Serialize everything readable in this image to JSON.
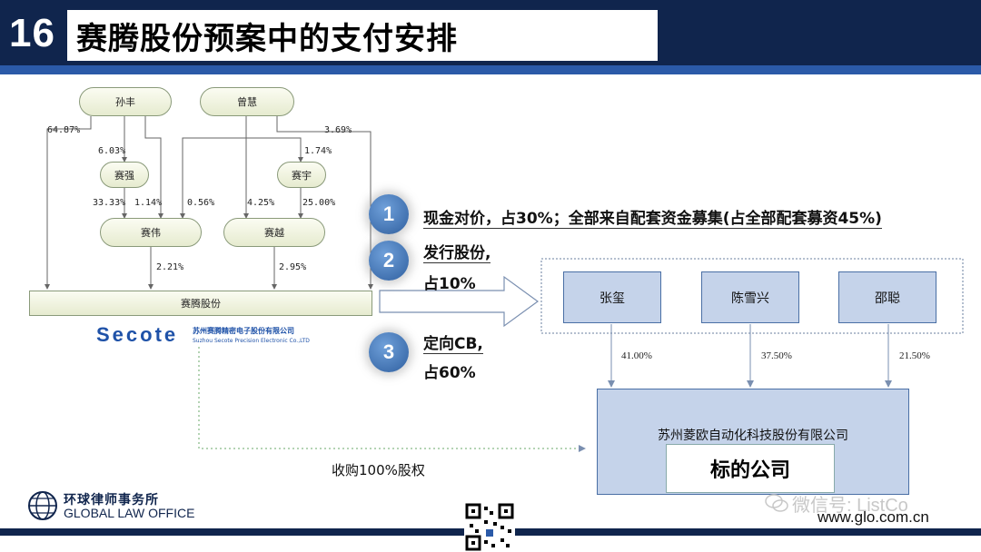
{
  "header": {
    "number": "16",
    "title": "赛腾股份预案中的支付安排"
  },
  "structure": {
    "nodes": {
      "sun_feng": "孙丰",
      "zeng_hui": "曾慧",
      "sai_qiang": "赛强",
      "sai_yu": "赛宇",
      "sai_wei": "赛伟",
      "sai_yue": "赛越",
      "company": "赛腾股份"
    },
    "percents": {
      "sunfeng_to_company": "64.87%",
      "sunfeng_to_saiqiang": "6.03%",
      "saiqiang_to_saiwei": "33.33%",
      "sunfeng_to_saiwei": "1.14%",
      "zenghui_to_saiwei": "0.56%",
      "zenghui_to_saiyue": "4.25%",
      "saiyu_to_saiyue": "25.00%",
      "zenghui_to_saiyu": "1.74%",
      "zenghui_to_company": "3.69%",
      "saiwei_to_company": "2.21%",
      "saiyue_to_company": "2.95%"
    },
    "logo": {
      "brand": "Secote",
      "cn": "苏州赛腾精密电子股份有限公司",
      "en": "Suzhou Secote Precision Electronic Co.,LTD"
    }
  },
  "payment": {
    "items": [
      {
        "num": "1",
        "lines": [
          "现金对价，占30%；全部来自配套资金募集(占全部配套募资45%)"
        ]
      },
      {
        "num": "2",
        "lines": [
          "发行股份,",
          "占10%"
        ]
      },
      {
        "num": "3",
        "lines": [
          "定向CB,",
          "占60%"
        ]
      }
    ]
  },
  "target": {
    "holders": [
      {
        "name": "张玺",
        "pct": "41.00%"
      },
      {
        "name": "陈雪兴",
        "pct": "37.50%"
      },
      {
        "name": "邵聪",
        "pct": "21.50%"
      }
    ],
    "company_name": "苏州菱欧自动化科技股份有限公司",
    "label": "标的公司"
  },
  "acquisition_label": "收购100%股权",
  "footer": {
    "firm_cn": "环球律师事务所",
    "firm_en": "GLOBAL LAW OFFICE",
    "watermark_wechat": "微信号: ListCo",
    "watermark_url": "www.glo.com.cn"
  },
  "colors": {
    "navy": "#10254d",
    "accent": "#2b5aa8",
    "box_fill": "#c5d3ea"
  }
}
